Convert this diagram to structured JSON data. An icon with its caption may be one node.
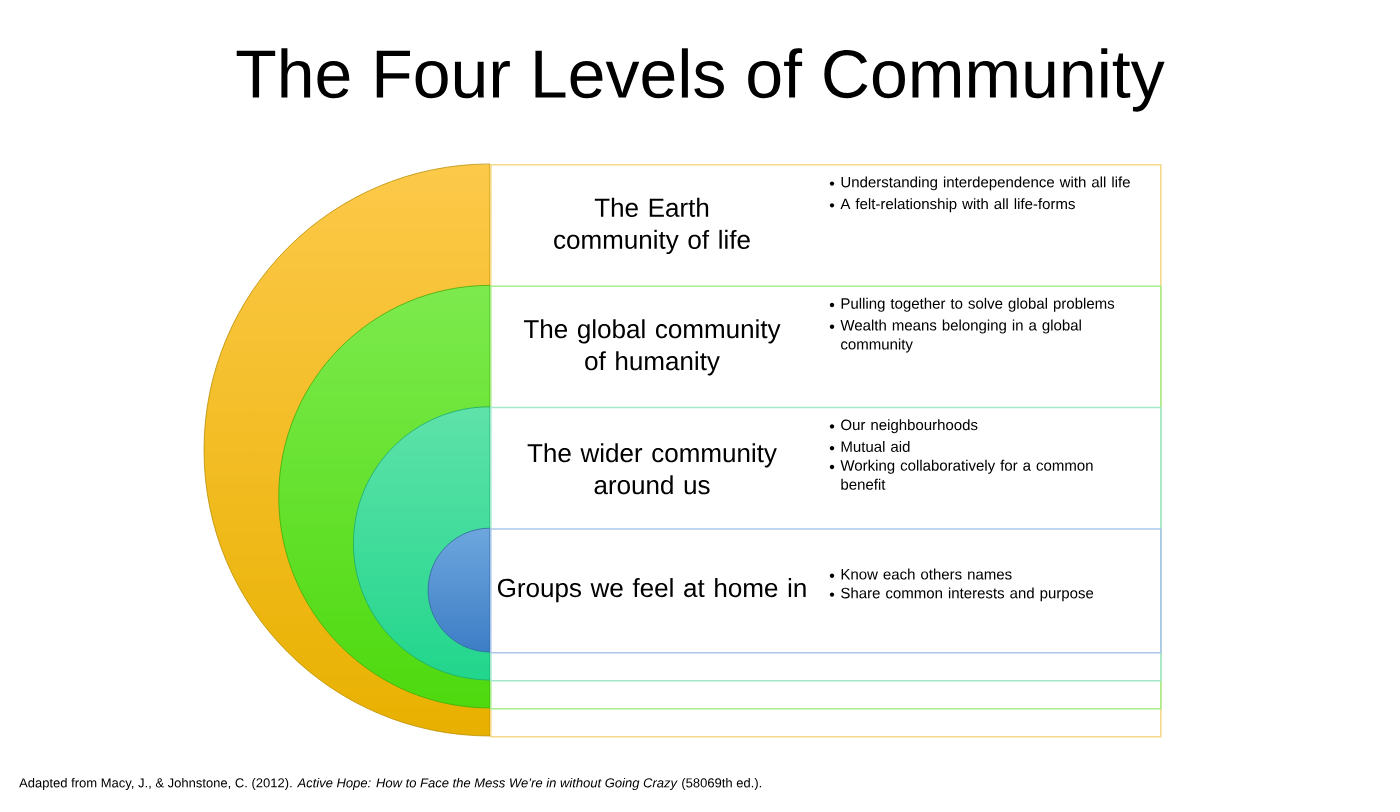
{
  "diagram": {
    "title": "The Four Levels of Community",
    "nodes": [
      {
        "text": [
          "The Earth community of life",
          "Understanding interdependence with all life",
          "A felt-relationship with all life-forms"
        ]
      },
      {
        "text": [
          "The global community of humanity",
          "Pulling together to solve global problems",
          "Wealth means belonging in a global community"
        ],
        "in": 0
      },
      {
        "text": [
          "The wider community around us",
          "Our neighbourhoods",
          "Mutual aid",
          "Working collaboratively for a common benefit"
        ],
        "in": 1
      },
      {
        "text": [
          "Groups we feel at home in",
          "Know each others names",
          "Share common interests and purpose"
        ],
        "in": 2
      }
    ],
    "caption": "Adapted from Macy, J., & Johnstone, C. (2012). *Active Hope: How to Face the Mess We’re in without Going Crazy* (58069th ed.)."
  }
}
